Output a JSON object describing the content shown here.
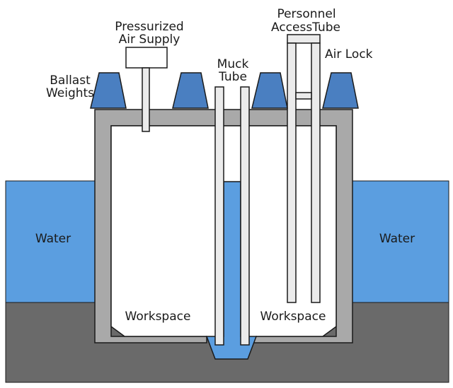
{
  "labels": {
    "pressurized_air_line1": "Pressurized",
    "pressurized_air_line2": "Air Supply",
    "personnel_line1": "Personnel",
    "personnel_line2": "AccessTube",
    "air_lock": "Air Lock",
    "muck_line1": "Muck",
    "muck_line2": "Tube",
    "ballast_line1": "Ballast",
    "ballast_line2": "Weights",
    "water_left": "Water",
    "water_right": "Water",
    "workspace_left": "Workspace",
    "workspace_right": "Workspace"
  },
  "colors": {
    "water": "#5b9ee0",
    "ground": "#6a6a6a",
    "caisson_wall": "#a9a9a9",
    "ballast": "#4a7fc1",
    "workspace": "#ffffff",
    "tube": "#ebebeb",
    "outline": "#1a1a1a"
  }
}
